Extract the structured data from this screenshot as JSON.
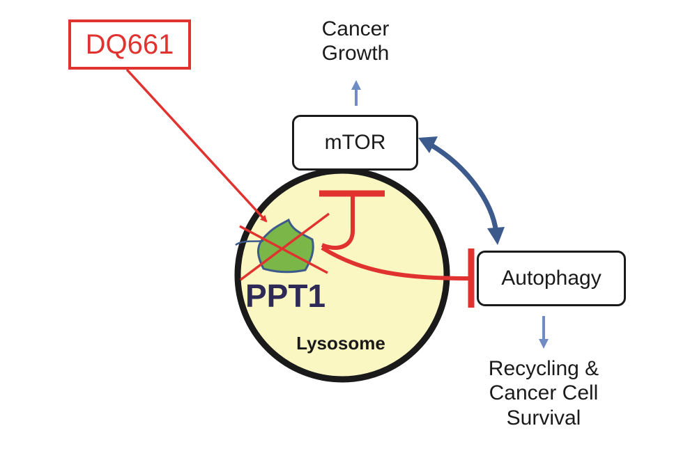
{
  "drug": {
    "label": "DQ661"
  },
  "mtor": {
    "label": "mTOR"
  },
  "autophagy": {
    "label": "Autophagy"
  },
  "cancer_growth": {
    "label": "Cancer\nGrowth"
  },
  "survival": {
    "label": "Recycling &\nCancer Cell\nSurvival"
  },
  "ppt1": {
    "label": "PPT1"
  },
  "lysosome": {
    "label": "Lysosome"
  },
  "colors": {
    "inhibition_red": "#e0322f",
    "arrow_blue": "#6f8dc4",
    "double_arrow_navy": "#3d5a8c",
    "lysosome_fill": "#fbf7c2",
    "ppt1_fill": "#7ab648",
    "outline": "#1a1a1a"
  }
}
